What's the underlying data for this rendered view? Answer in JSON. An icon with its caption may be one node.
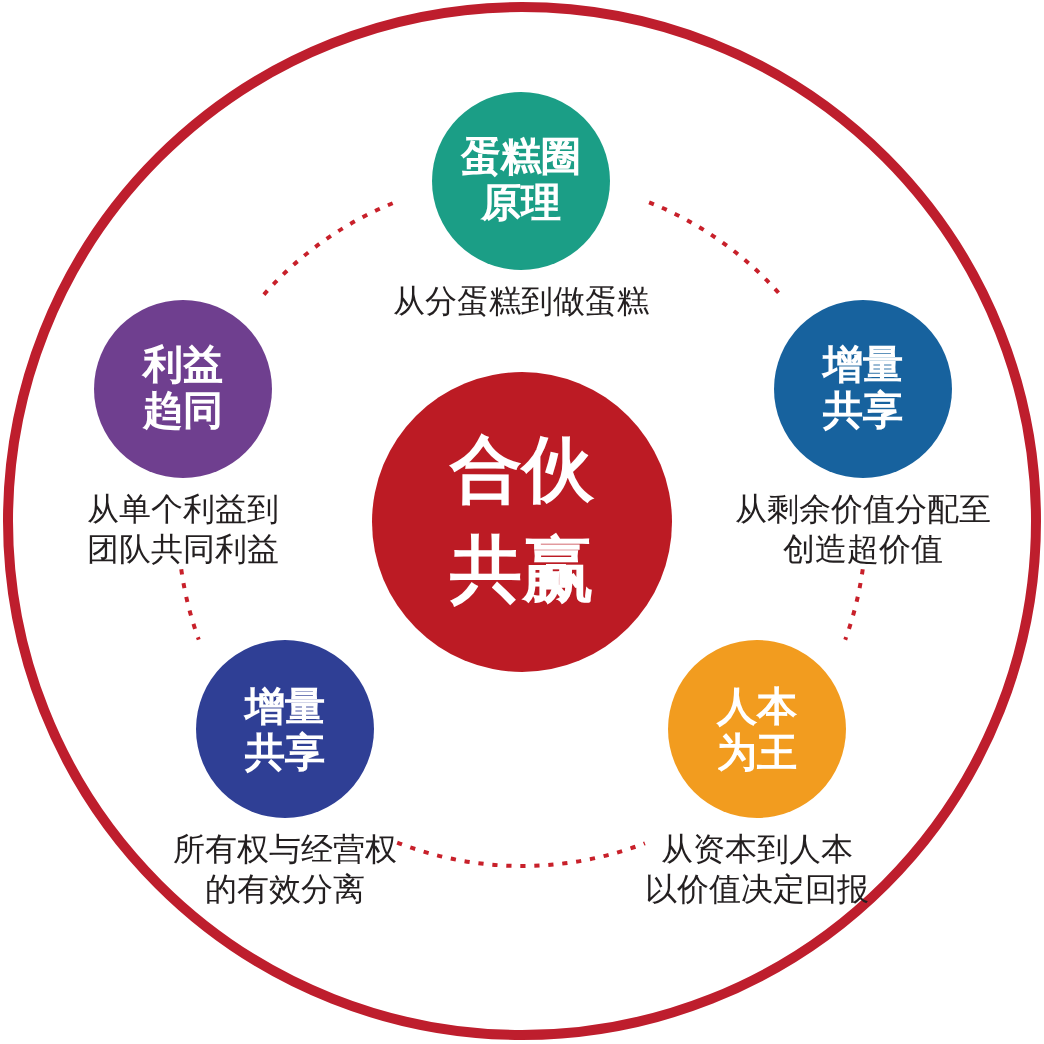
{
  "diagram": {
    "nodes": [
      {
        "text": [
          "蛋糕圈原理"
        ],
        "beside": [
          "从分蛋糕到做蛋糕"
        ]
      },
      {
        "text": [
          "利益趋同"
        ],
        "beside": [
          "从单个利益到团队共同利益"
        ]
      },
      {
        "text": [
          "增量共享"
        ],
        "beside": [
          "从剩余价值分配至创造超价值"
        ]
      },
      {
        "text": [
          "合伙共赢"
        ]
      },
      {
        "text": [
          "增量共享"
        ],
        "beside": [
          "所有权与经营权的有效分离"
        ]
      },
      {
        "text": [
          "人本为王"
        ],
        "beside": [
          "从资本到人本以价值决定回报"
        ]
      }
    ],
    "edges": [
      {
        "from": 0,
        "to": 1,
        "arrow": "none",
        "style": "dashed"
      },
      {
        "from": 0,
        "to": 2,
        "arrow": "none",
        "style": "dashed"
      },
      {
        "from": 1,
        "to": 4,
        "arrow": "none",
        "style": "dashed"
      },
      {
        "from": 2,
        "to": 5,
        "arrow": "none",
        "style": "dashed"
      },
      {
        "from": 4,
        "to": 5,
        "arrow": "none",
        "style": "dashed"
      }
    ]
  }
}
